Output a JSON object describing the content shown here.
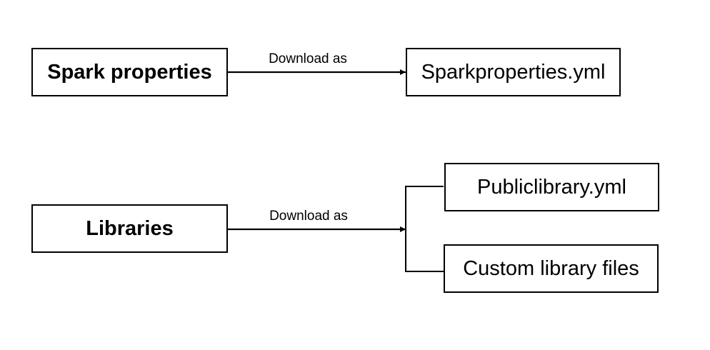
{
  "nodes": {
    "spark_properties": "Spark properties",
    "sparkproperties_yml": "Sparkproperties.yml",
    "libraries": "Libraries",
    "publiclibrary_yml": "Publiclibrary.yml",
    "custom_library_files": "Custom library files"
  },
  "edges": {
    "spark_download_label": "Download as",
    "libraries_download_label": "Download as"
  }
}
